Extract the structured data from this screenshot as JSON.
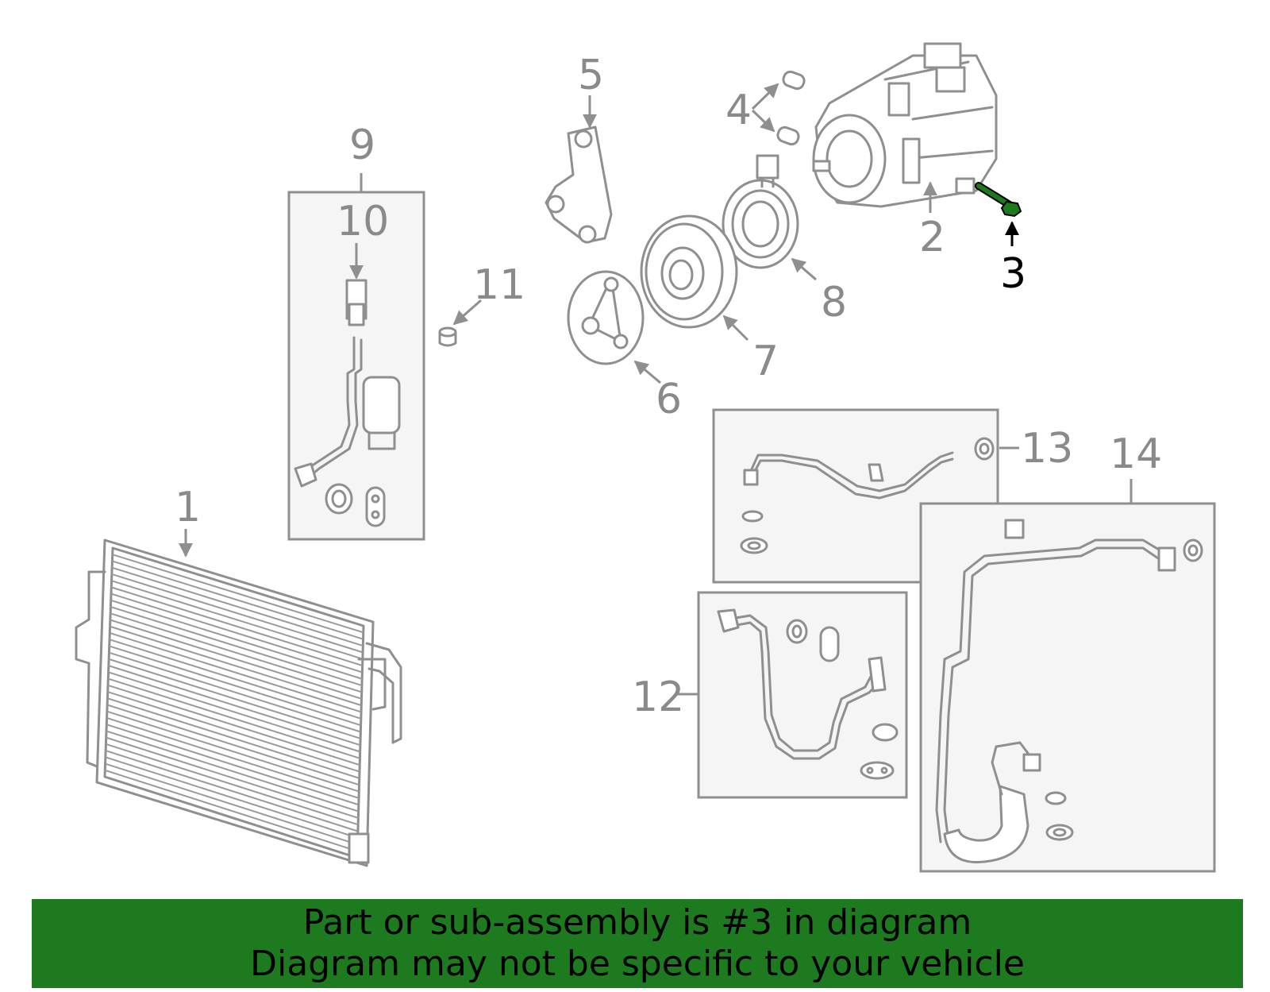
{
  "diagram": {
    "labels": {
      "p1": "1",
      "p2": "2",
      "p3": "3",
      "p4": "4",
      "p5": "5",
      "p6": "6",
      "p7": "7",
      "p8": "8",
      "p9": "9",
      "p10": "10",
      "p11": "11",
      "p12": "12",
      "p13": "13",
      "p14": "14"
    },
    "highlighted_part": "3",
    "highlight_color": "#1e7a1e"
  },
  "banner": {
    "line1": "Part or sub-assembly is #3 in diagram",
    "line2": "Diagram may not be specific to your vehicle",
    "background": "#1e7a1e"
  }
}
